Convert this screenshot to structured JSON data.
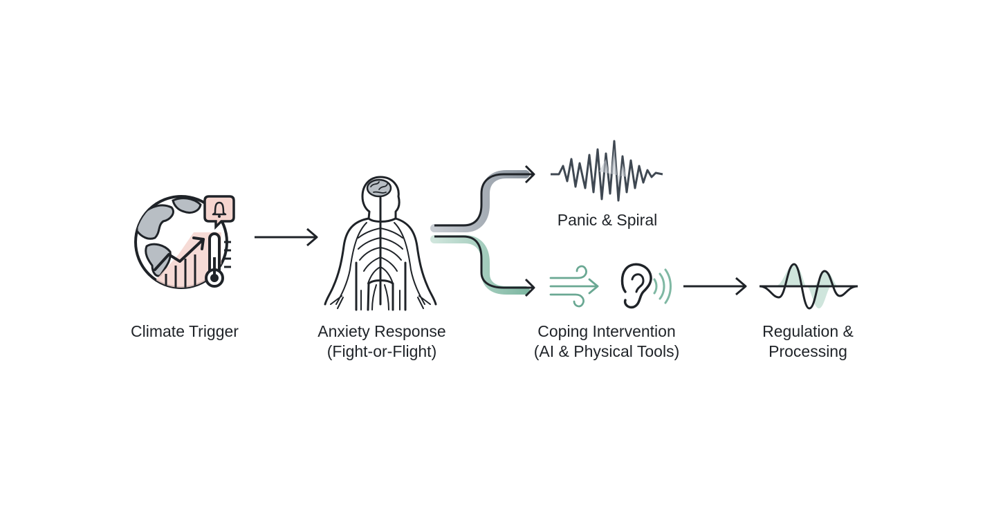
{
  "stages": {
    "trigger": {
      "label": "Climate Trigger",
      "icon": "globe-thermometer-alert-icon"
    },
    "anxiety": {
      "line1": "Anxiety Response",
      "line2": "(Fight-or-Flight)",
      "icon": "human-nervous-system-icon"
    },
    "panic": {
      "label": "Panic & Spiral",
      "icon": "erratic-waveform-icon"
    },
    "coping": {
      "line1": "Coping Intervention",
      "line2": "(AI & Physical Tools)",
      "icon": "breath-and-listening-icon"
    },
    "regulation": {
      "line1": "Regulation &",
      "line2": "Processing",
      "icon": "smooth-waveform-icon"
    }
  },
  "colors": {
    "stroke": "#1f2328",
    "panic_gray": "#9aa3ad",
    "coping_green": "#7fb8a3",
    "alert_red": "#e8a9a0",
    "land_gray": "#b8bec4"
  }
}
